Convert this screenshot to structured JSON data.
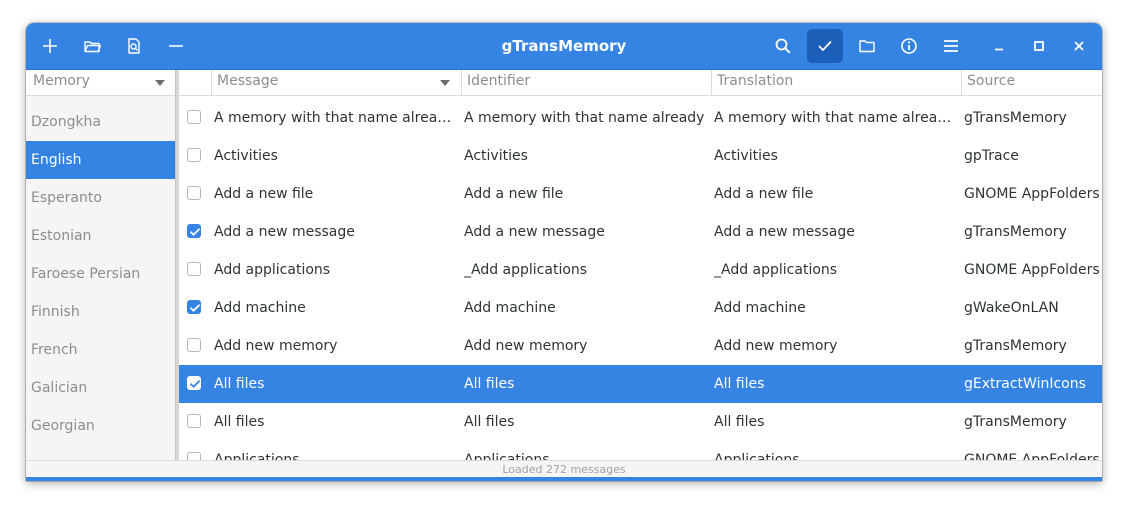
{
  "window": {
    "title": "gTransMemory"
  },
  "headerbar": {
    "left_icons": [
      "plus-icon",
      "folder-open-icon",
      "document-search-icon",
      "minus-icon"
    ],
    "right_icons": [
      "search-icon",
      "check-icon",
      "folder-icon",
      "info-icon",
      "hamburger-menu-icon"
    ],
    "window_controls": [
      "minimize-icon",
      "maximize-icon",
      "close-icon"
    ],
    "accent_color": "#3584e4",
    "active_button_color": "#1c5fb8"
  },
  "sidebar": {
    "header": "Memory",
    "items": [
      {
        "label": "Dzongkha",
        "selected": false
      },
      {
        "label": "English",
        "selected": true
      },
      {
        "label": "Esperanto",
        "selected": false
      },
      {
        "label": "Estonian",
        "selected": false
      },
      {
        "label": "Faroese Persian",
        "selected": false
      },
      {
        "label": "Finnish",
        "selected": false
      },
      {
        "label": "French",
        "selected": false
      },
      {
        "label": "Galician",
        "selected": false
      },
      {
        "label": "Georgian",
        "selected": false
      }
    ]
  },
  "table": {
    "columns": [
      "Message",
      "Identifier",
      "Translation",
      "Source"
    ],
    "rows": [
      {
        "checked": false,
        "selected": false,
        "message": "A memory with that name already exists",
        "identifier": "A memory with that name already exists",
        "translation": "A memory with that name already exists",
        "source": "gTransMemory"
      },
      {
        "checked": false,
        "selected": false,
        "message": "Activities",
        "identifier": "Activities",
        "translation": "Activities",
        "source": "gpTrace"
      },
      {
        "checked": false,
        "selected": false,
        "message": "Add a new file",
        "identifier": "Add a new file",
        "translation": "Add a new file",
        "source": "GNOME AppFolders Manager"
      },
      {
        "checked": true,
        "selected": false,
        "message": "Add a new message",
        "identifier": "Add a new message",
        "translation": "Add a new message",
        "source": "gTransMemory"
      },
      {
        "checked": false,
        "selected": false,
        "message": "Add applications",
        "identifier": "_Add applications",
        "translation": "_Add applications",
        "source": "GNOME AppFolders Manager"
      },
      {
        "checked": true,
        "selected": false,
        "message": "Add machine",
        "identifier": "Add machine",
        "translation": "Add machine",
        "source": "gWakeOnLAN"
      },
      {
        "checked": false,
        "selected": false,
        "message": "Add new memory",
        "identifier": "Add new memory",
        "translation": "Add new memory",
        "source": "gTransMemory"
      },
      {
        "checked": true,
        "selected": true,
        "message": "All files",
        "identifier": "All files",
        "translation": "All files",
        "source": "gExtractWinIcons"
      },
      {
        "checked": false,
        "selected": false,
        "message": "All files",
        "identifier": "All files",
        "translation": "All files",
        "source": "gTransMemory"
      },
      {
        "checked": false,
        "selected": false,
        "message": "Applications",
        "identifier": "Applications",
        "translation": "Applications",
        "source": "GNOME AppFolders Manager"
      }
    ]
  },
  "status": {
    "text": "Loaded 272 messages"
  }
}
